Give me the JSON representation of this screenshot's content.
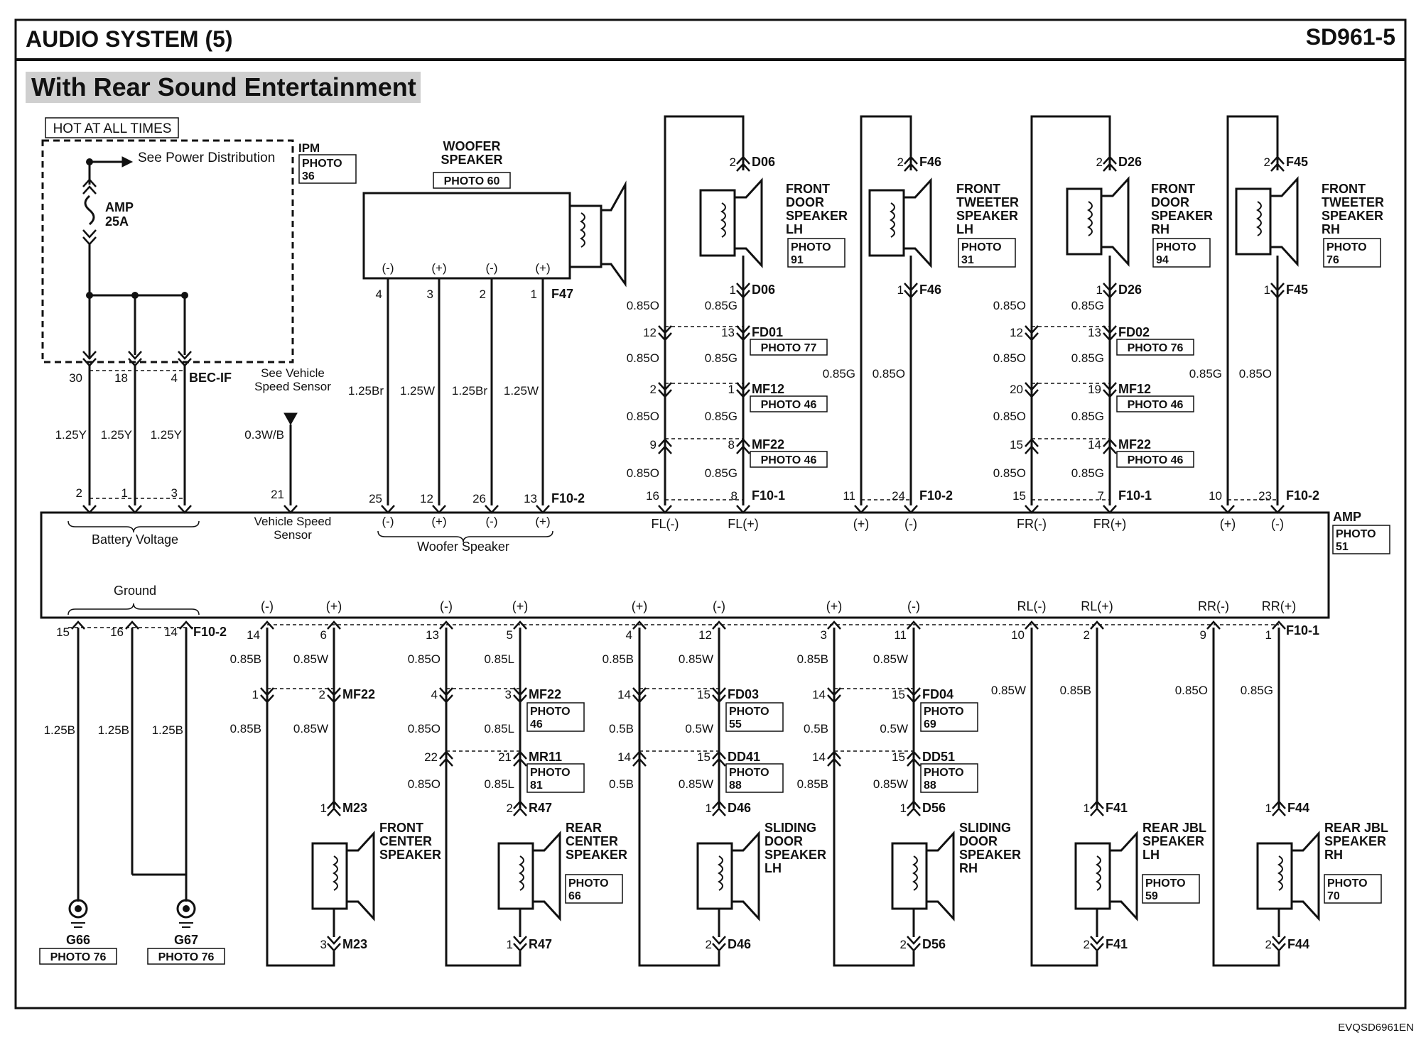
{
  "header": {
    "title": "AUDIO SYSTEM (5)",
    "code": "SD961-5"
  },
  "banner": "With Rear Sound Entertainment",
  "footer_code": "EVQSD6961EN",
  "power": {
    "hot_label": "HOT AT ALL TIMES",
    "ipm": {
      "name": "IPM",
      "photo": "PHOTO 36"
    },
    "see_power": "See Power Distribution",
    "fuse_name": "AMP",
    "fuse_rating": "25A",
    "connector": "BEC-IF",
    "pins": [
      "30",
      "18",
      "4"
    ],
    "wires": [
      "1.25Y",
      "1.25Y",
      "1.25Y"
    ],
    "amp_pins": [
      "2",
      "1",
      "3"
    ],
    "amp_label": "Battery Voltage"
  },
  "vss": {
    "see": [
      "See Vehicle",
      "Speed Sensor"
    ],
    "wire": "0.3W/B",
    "amp_pin": "21",
    "amp_label": [
      "Vehicle Speed",
      "Sensor"
    ]
  },
  "woofer": {
    "name": [
      "WOOFER",
      "SPEAKER"
    ],
    "photo": "PHOTO 60",
    "connector": "F47",
    "polarity": [
      "(-)",
      "(+)",
      "(-)",
      "(+)"
    ],
    "pins": [
      "4",
      "3",
      "2",
      "1"
    ],
    "wires": [
      "1.25Br",
      "1.25W",
      "1.25Br",
      "1.25W"
    ],
    "amp_pins": [
      "25",
      "12",
      "26",
      "13"
    ],
    "amp_connector": "F10-2",
    "amp_label": "Woofer Speaker"
  },
  "front_speakers": [
    {
      "name": [
        "FRONT",
        "DOOR",
        "SPEAKER",
        "LH"
      ],
      "photo": "PHOTO 91",
      "conn": "D06",
      "pin_top": "2",
      "pin_bot": "1",
      "connectors": [
        {
          "name": "FD01",
          "photo": "PHOTO 77",
          "pins": [
            "12",
            "13"
          ]
        },
        {
          "name": "MF12",
          "photo": "PHOTO 46",
          "pins": [
            "2",
            "1"
          ]
        },
        {
          "name": "MF22",
          "photo": "PHOTO 46",
          "pins": [
            "9",
            "8"
          ]
        }
      ],
      "wires_left": [
        "0.85O",
        "0.85O",
        "0.85O",
        "0.85O"
      ],
      "wires_right": [
        "0.85G",
        "0.85G",
        "0.85G",
        "0.85G"
      ],
      "amp_pins": [
        "16",
        "8"
      ],
      "amp_connector": "F10-1",
      "amp_labels": [
        "FL(-)",
        "FL(+)"
      ]
    },
    {
      "name": [
        "FRONT",
        "TWEETER",
        "SPEAKER",
        "LH"
      ],
      "photo": "PHOTO 31",
      "conn": "F46",
      "pin_top": "2",
      "pin_bot": "1",
      "wires": [
        "0.85G",
        "0.85O"
      ],
      "amp_pins": [
        "11",
        "24"
      ],
      "amp_connector": "F10-2",
      "amp_labels": [
        "(+)",
        "(-)"
      ]
    },
    {
      "name": [
        "FRONT",
        "DOOR",
        "SPEAKER",
        "RH"
      ],
      "photo": "PHOTO 94",
      "conn": "D26",
      "pin_top": "2",
      "pin_bot": "1",
      "connectors": [
        {
          "name": "FD02",
          "photo": "PHOTO 76",
          "pins": [
            "12",
            "13"
          ]
        },
        {
          "name": "MF12",
          "photo": "PHOTO 46",
          "pins": [
            "20",
            "19"
          ]
        },
        {
          "name": "MF22",
          "photo": "PHOTO 46",
          "pins": [
            "15",
            "14"
          ]
        }
      ],
      "wires_left": [
        "0.85O",
        "0.85O",
        "0.85O",
        "0.85O"
      ],
      "wires_right": [
        "0.85G",
        "0.85G",
        "0.85G",
        "0.85G"
      ],
      "amp_pins": [
        "15",
        "7"
      ],
      "amp_connector": "F10-1",
      "amp_labels": [
        "FR(-)",
        "FR(+)"
      ]
    },
    {
      "name": [
        "FRONT",
        "TWEETER",
        "SPEAKER",
        "RH"
      ],
      "photo": "PHOTO 76",
      "conn": "F45",
      "pin_top": "2",
      "pin_bot": "1",
      "wires": [
        "0.85G",
        "0.85O"
      ],
      "amp_pins": [
        "10",
        "23"
      ],
      "amp_connector": "F10-2",
      "amp_labels": [
        "(+)",
        "(-)"
      ]
    }
  ],
  "amp": {
    "name": "AMP",
    "photo": "PHOTO 51"
  },
  "ground": {
    "label": "Ground",
    "pins": [
      "15",
      "16",
      "14"
    ],
    "connector": "F10-2",
    "wires": [
      "1.25B",
      "1.25B",
      "1.25B"
    ],
    "points": [
      {
        "name": "G66",
        "photo": "PHOTO 76"
      },
      {
        "name": "G67",
        "photo": "PHOTO 76"
      }
    ]
  },
  "rear_speakers": [
    {
      "name": [
        "FRONT",
        "CENTER",
        "SPEAKER"
      ],
      "photo": "",
      "conn": "M23",
      "amp_labels": [
        "(-)",
        "(+)"
      ],
      "amp_pins": [
        "14",
        "6"
      ],
      "wires_top": [
        "0.85B",
        "0.85W"
      ],
      "wires_mid": [
        "0.85B",
        "0.85W"
      ],
      "wires_low": [
        "",
        ""
      ],
      "c1": {
        "name": "MF22",
        "pins": [
          "1",
          "2"
        ]
      },
      "c2": null,
      "spk_pin_top": "1",
      "spk_pin_bot": "3"
    },
    {
      "name": [
        "REAR",
        "CENTER",
        "SPEAKER"
      ],
      "photo": "PHOTO 66",
      "conn": "R47",
      "amp_labels": [
        "(-)",
        "(+)"
      ],
      "amp_pins": [
        "13",
        "5"
      ],
      "wires_top": [
        "0.85O",
        "0.85L"
      ],
      "wires_mid": [
        "0.85O",
        "0.85L"
      ],
      "wires_low": [
        "0.85O",
        "0.85L"
      ],
      "c1": {
        "name": "MF22",
        "photo": "PHOTO 46",
        "pins": [
          "4",
          "3"
        ]
      },
      "c2": {
        "name": "MR11",
        "photo": "PHOTO 81",
        "pins": [
          "22",
          "21"
        ]
      },
      "spk_pin_top": "2",
      "spk_pin_bot": "1"
    },
    {
      "name": [
        "SLIDING",
        "DOOR",
        "SPEAKER",
        "LH"
      ],
      "photo": "",
      "conn": "D46",
      "amp_labels": [
        "(+)",
        "(-)"
      ],
      "amp_pins": [
        "4",
        "12"
      ],
      "wires_top": [
        "0.85B",
        "0.85W"
      ],
      "wires_mid": [
        "0.5B",
        "0.5W"
      ],
      "wires_low": [
        "0.5B",
        "0.85W"
      ],
      "c1": {
        "name": "FD03",
        "photo": "PHOTO 55",
        "pins": [
          "14",
          "15"
        ]
      },
      "c2": {
        "name": "DD41",
        "photo": "PHOTO 88",
        "pins": [
          "14",
          "15"
        ]
      },
      "spk_pin_top": "1",
      "spk_pin_bot": "2"
    },
    {
      "name": [
        "SLIDING",
        "DOOR",
        "SPEAKER",
        "RH"
      ],
      "photo": "",
      "conn": "D56",
      "amp_labels": [
        "(+)",
        "(-)"
      ],
      "amp_pins": [
        "3",
        "11"
      ],
      "wires_top": [
        "0.85B",
        "0.85W"
      ],
      "wires_mid": [
        "0.5B",
        "0.5W"
      ],
      "wires_low": [
        "0.85B",
        "0.85W"
      ],
      "c1": {
        "name": "FD04",
        "photo": "PHOTO 69",
        "pins": [
          "14",
          "15"
        ]
      },
      "c2": {
        "name": "DD51",
        "photo": "PHOTO 88",
        "pins": [
          "14",
          "15"
        ]
      },
      "spk_pin_top": "1",
      "spk_pin_bot": "2"
    },
    {
      "name": [
        "REAR JBL",
        "SPEAKER",
        "LH"
      ],
      "photo": "PHOTO 59",
      "conn": "F41",
      "amp_labels": [
        "RL(-)",
        "RL(+)"
      ],
      "amp_pins": [
        "10",
        "2"
      ],
      "wires": [
        "0.85W",
        "0.85B"
      ],
      "spk_pin_top": "1",
      "spk_pin_bot": "2"
    },
    {
      "name": [
        "REAR JBL",
        "SPEAKER",
        "RH"
      ],
      "photo": "PHOTO 70",
      "conn": "F44",
      "amp_labels": [
        "RR(-)",
        "RR(+)"
      ],
      "amp_pins": [
        "9",
        "1"
      ],
      "wires": [
        "0.85O",
        "0.85G"
      ],
      "spk_pin_top": "1",
      "spk_pin_bot": "2"
    }
  ],
  "rear_amp_connector": "F10-1"
}
